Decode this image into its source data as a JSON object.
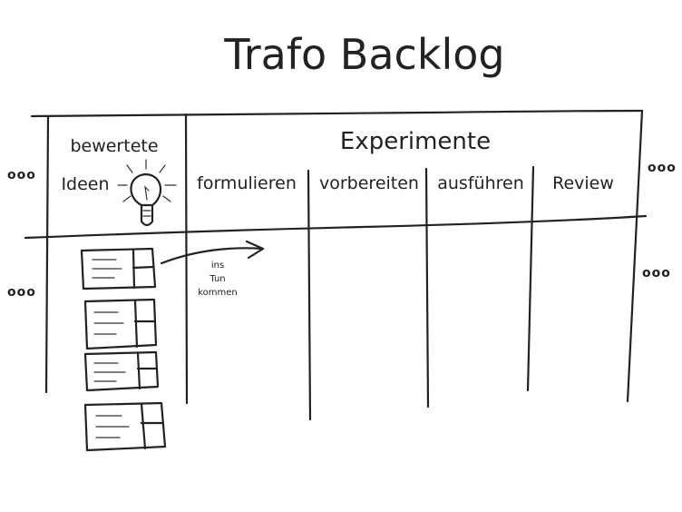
{
  "title": "Trafo Backlog",
  "header": {
    "experimente": "Experimente",
    "bewertete": "bewertete",
    "ideen": "Ideen"
  },
  "columns": [
    "formulieren",
    "vorbereiten",
    "ausführen",
    "Review"
  ],
  "arrow_label": [
    "ins",
    "Tun",
    "kommen"
  ],
  "ellipsis": "ooo",
  "icons": [
    "lightbulb-icon"
  ]
}
